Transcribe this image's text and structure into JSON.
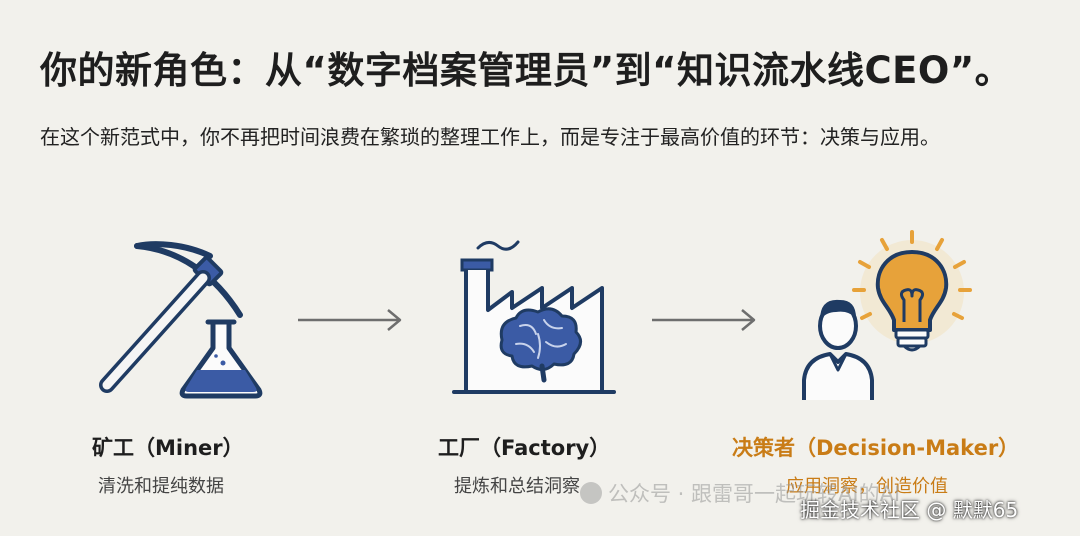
{
  "title": "你的新角色：从“数字档案管理员”到“知识流水线CEO”。",
  "subtitle": "在这个新范式中，你不再把时间浪费在繁琐的整理工作上，而是专注于最高价值的环节：决策与应用。",
  "stages": [
    {
      "title": "矿工（Miner）",
      "subtitle": "清洗和提纯数据",
      "icon": "pickaxe-flask-icon"
    },
    {
      "title": "工厂（Factory）",
      "subtitle": "提炼和总结洞察",
      "icon": "factory-brain-icon"
    },
    {
      "title": "决策者（Decision-Maker）",
      "subtitle": "应用洞察，创造价值",
      "icon": "person-lightbulb-icon"
    }
  ],
  "arrows": [
    "arrow-right-icon",
    "arrow-right-icon"
  ],
  "colors": {
    "background": "#f2f1ec",
    "dark_blue": "#1f3b63",
    "medium_blue": "#3b5ba5",
    "accent_orange": "#c97c16",
    "bulb_orange": "#e7a23a"
  },
  "watermarks": {
    "wechat": "公众号 · 跟雷哥一起玩转AI的AI",
    "juejin": "掘金技术社区 @ 默默65"
  }
}
